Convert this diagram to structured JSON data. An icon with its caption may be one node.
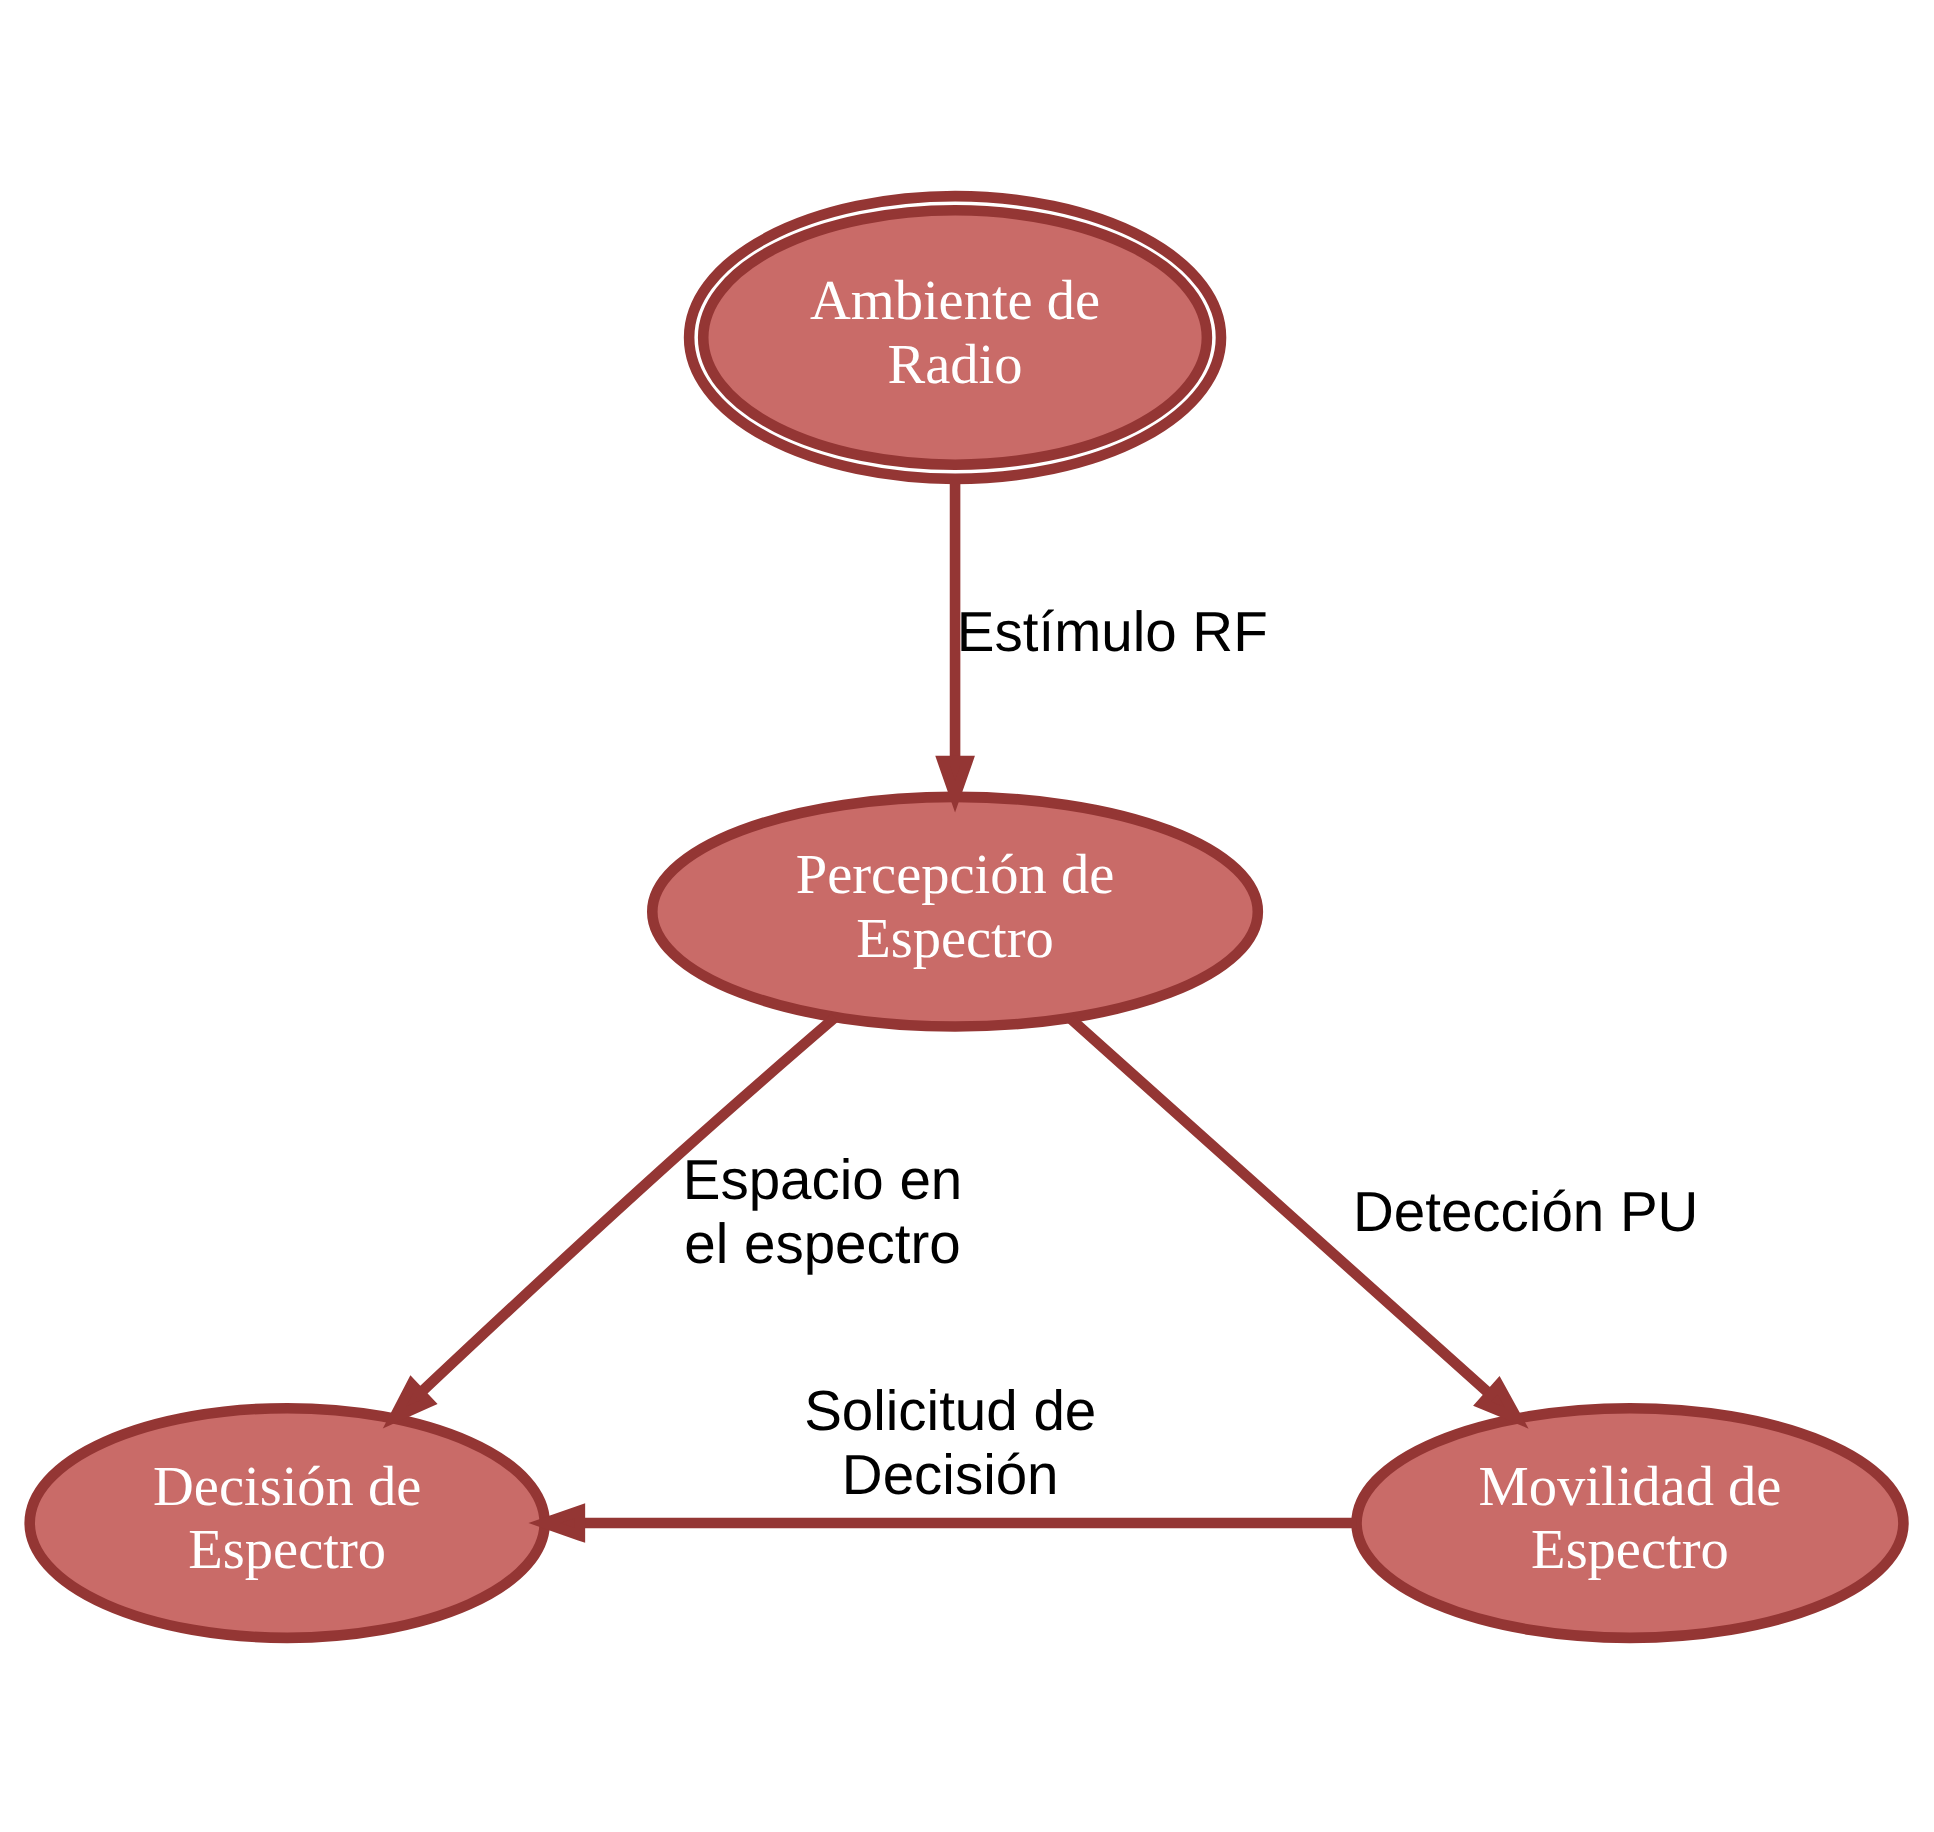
{
  "diagram": {
    "nodes": [
      {
        "text": [
          "Ambiente de Radio"
        ]
      },
      {
        "text": [
          "Percepción de Espectro"
        ]
      },
      {
        "text": [
          "Decisión de Espectro"
        ]
      },
      {
        "text": [
          "Movilidad de Espectro"
        ]
      }
    ],
    "edges": [
      {
        "from": 0,
        "to": 1,
        "arrow": "to",
        "label": "Estímulo RF"
      },
      {
        "from": 1,
        "to": 2,
        "arrow": "to",
        "label": "Espacio en el espectro"
      },
      {
        "from": 1,
        "to": 3,
        "arrow": "to",
        "label": "Detección PU"
      },
      {
        "from": 3,
        "to": 2,
        "arrow": "to",
        "label": "Solicitud de Decisión"
      }
    ]
  }
}
